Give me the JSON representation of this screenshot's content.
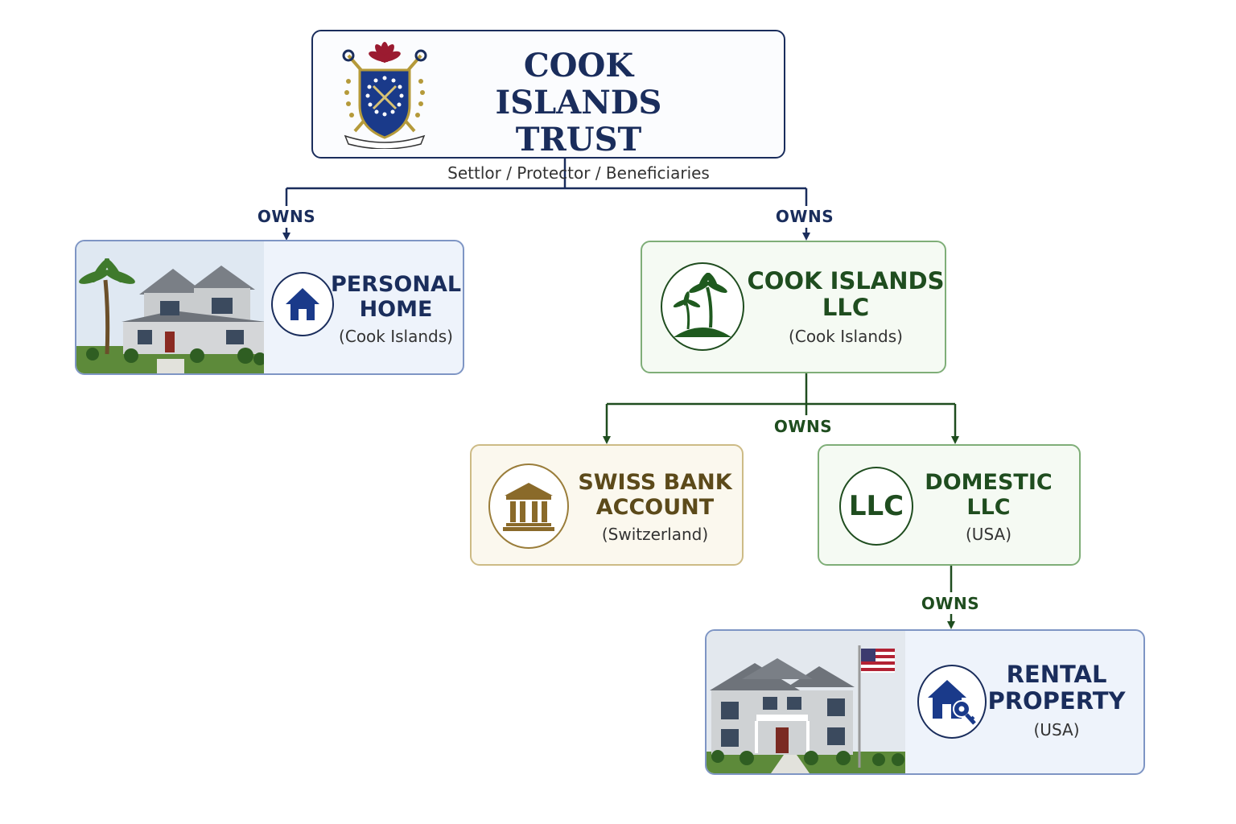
{
  "colors": {
    "navy": "#1a2d5c",
    "green": "#1f4d1f",
    "green_border": "#7fae78",
    "green_bg": "#f5faf3",
    "gold": "#5c4a1a",
    "gold_border": "#cdbb86",
    "gold_bg": "#fbf8ee",
    "blue_border": "#7e95c4",
    "blue_bg": "#eef3fb",
    "trust_border": "#1a2d5c"
  },
  "trust": {
    "title_line1": "COOK ISLANDS",
    "title_line2": "TRUST",
    "subtitle": "Settlor / Protector / Beneficiaries",
    "icon": "coat-of-arms-icon"
  },
  "personal_home": {
    "title_line1": "PERSONAL",
    "title_line2": "HOME",
    "subtitle": "(Cook Islands)",
    "icon": "house-icon"
  },
  "cook_llc": {
    "title_line1": "COOK ISLANDS",
    "title_line2": "LLC",
    "subtitle": "(Cook Islands)",
    "icon": "palm-island-icon"
  },
  "swiss_bank": {
    "title_line1": "SWISS BANK",
    "title_line2": "ACCOUNT",
    "subtitle": "(Switzerland)",
    "icon": "bank-icon"
  },
  "domestic_llc": {
    "title_line1": "DOMESTIC",
    "title_line2": "LLC",
    "subtitle": "(USA)",
    "icon_text": "LLC"
  },
  "rental": {
    "title_line1": "RENTAL",
    "title_line2": "PROPERTY",
    "subtitle": "(USA)",
    "icon": "house-key-icon"
  },
  "edges": {
    "owns1": "OWNS",
    "owns2": "OWNS",
    "owns3": "OWNS",
    "owns4": "OWNS"
  }
}
